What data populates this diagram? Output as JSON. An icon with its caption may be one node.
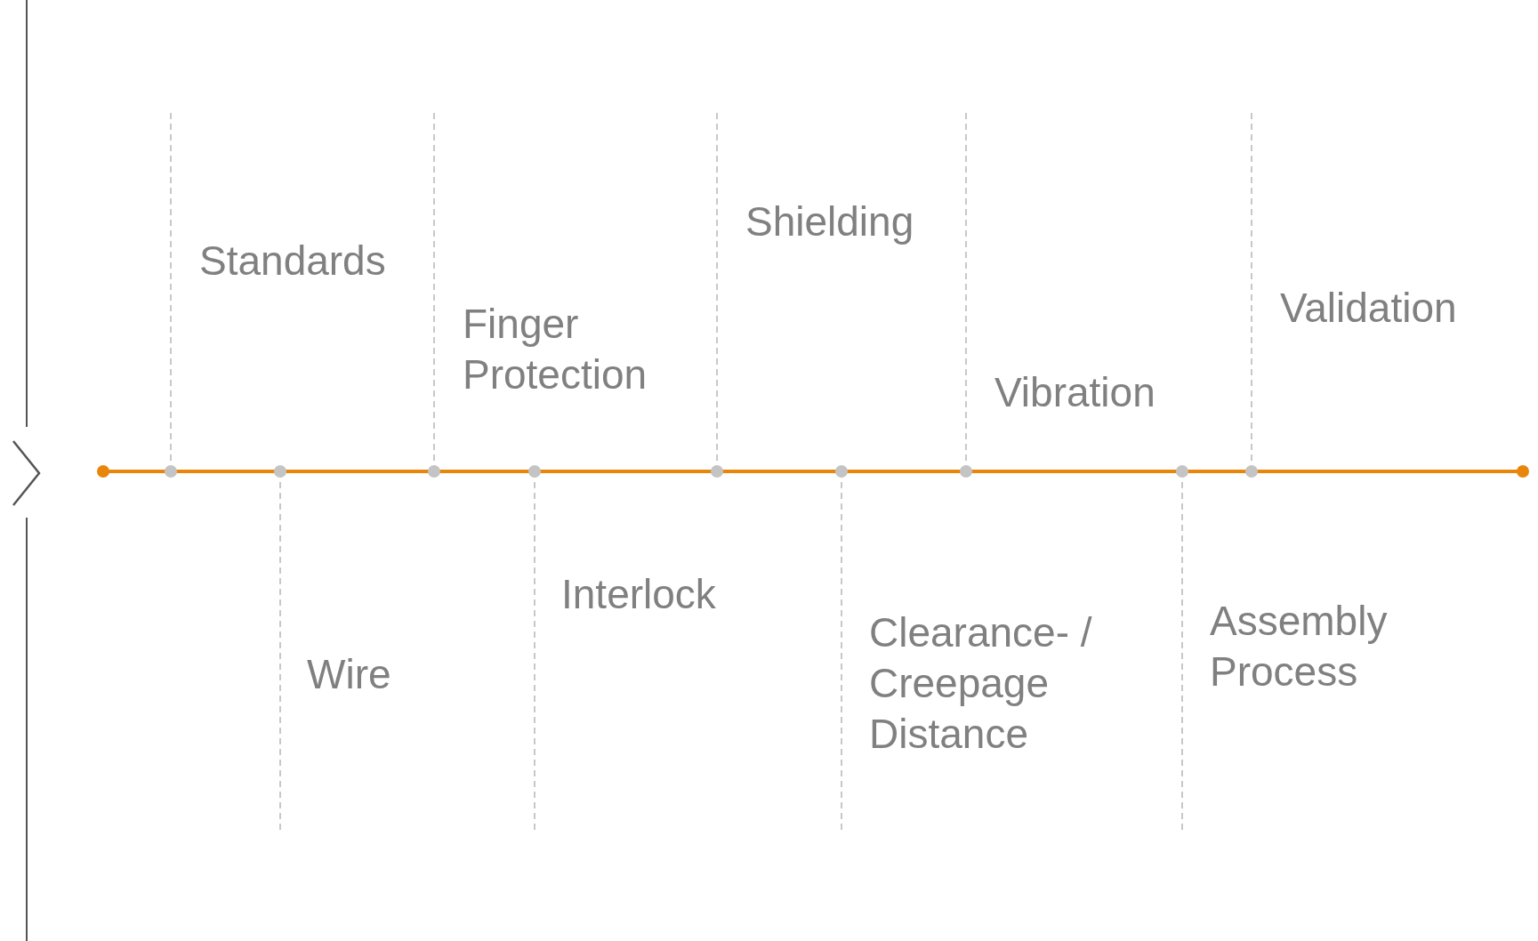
{
  "diagram": {
    "labels": [
      "Standards",
      "Wire",
      "Finger Protection",
      "Interlock",
      "Shielding",
      "Clearance- / Creepage Distance",
      "Vibration",
      "Assembly Process",
      "Validation"
    ]
  }
}
